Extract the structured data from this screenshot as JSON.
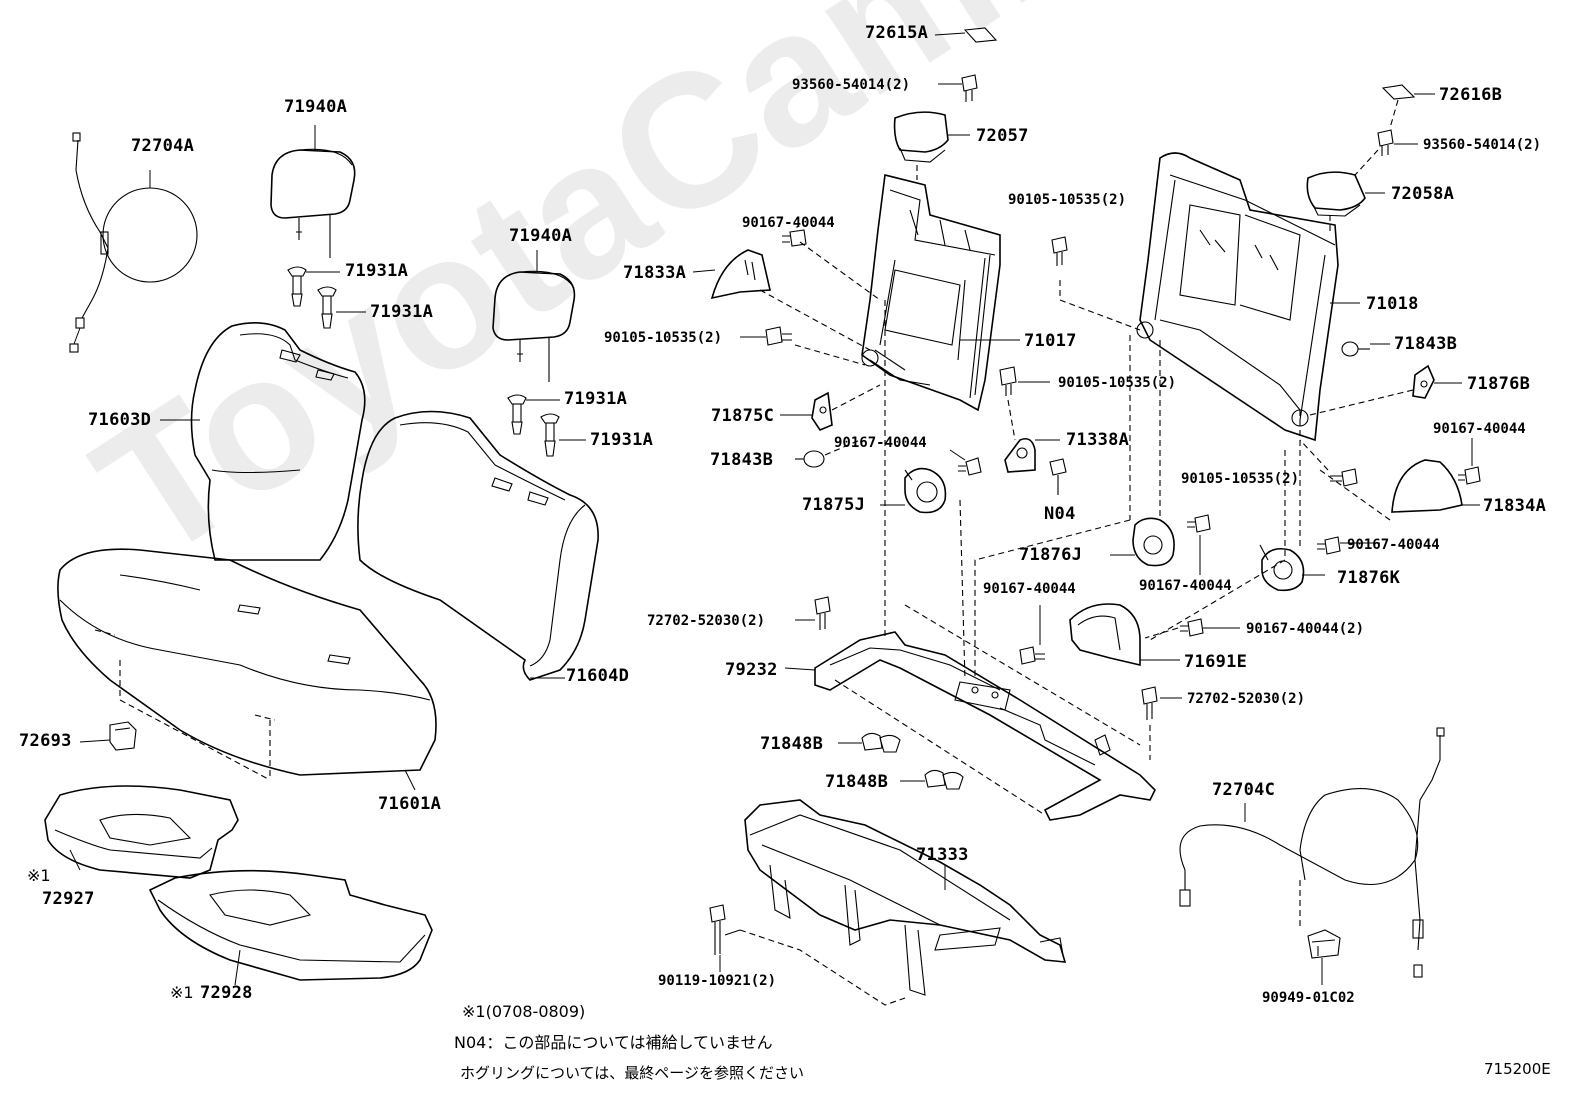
{
  "diagram": {
    "watermark": "ToyotaCamry.ru",
    "diagram_code": "715200E",
    "parts": {
      "p72704A": "72704A",
      "p71940A_1": "71940A",
      "p71931A_1": "71931A",
      "p71931A_2": "71931A",
      "p71940A_2": "71940A",
      "p71931A_3": "71931A",
      "p71931A_4": "71931A",
      "p71603D": "71603D",
      "p71604D": "71604D",
      "p72693": "72693",
      "p71601A": "71601A",
      "p72927": "72927",
      "p72928": "72928",
      "p72615A": "72615A",
      "p93560_1": "93560-54014(2)",
      "p72057": "72057",
      "p90167_1": "90167-40044",
      "p71833A": "71833A",
      "p90105_1": "90105-10535(2)",
      "p71017": "71017",
      "p90105_2": "90105-10535(2)",
      "p71875C": "71875C",
      "p90167_2": "90167-40044",
      "p71338A": "71338A",
      "p71843B_1": "71843B",
      "p71875J": "71875J",
      "pN04": "N04",
      "p72616B": "72616B",
      "p93560_2": "93560-54014(2)",
      "p72058A": "72058A",
      "p90105_3": "90105-10535(2)",
      "p71018": "71018",
      "p71843B_2": "71843B",
      "p71876B": "71876B",
      "p90167_3": "90167-40044",
      "p90105_4": "90105-10535(2)",
      "p71834A": "71834A",
      "p71876J": "71876J",
      "p90167_4": "90167-40044",
      "p90167_5": "90167-40044",
      "p71876K": "71876K",
      "p90167_6": "90167-40044",
      "p90167_7": "90167-40044(2)",
      "p72702_1": "72702-52030(2)",
      "p79232": "79232",
      "p71691E": "71691E",
      "p72702_2": "72702-52030(2)",
      "p71848B_1": "71848B",
      "p71848B_2": "71848B",
      "p71333": "71333",
      "p72704C": "72704C",
      "p90119": "90119-10921(2)",
      "p90949": "90949-01C02"
    },
    "marks": {
      "m72927": "※1",
      "m72928": "※1"
    },
    "notes": {
      "note1": "※1(0708-0809)",
      "note2": "N04：この部品については補給していません",
      "note3": "ホグリングについては、最終ページを参照ください"
    }
  }
}
